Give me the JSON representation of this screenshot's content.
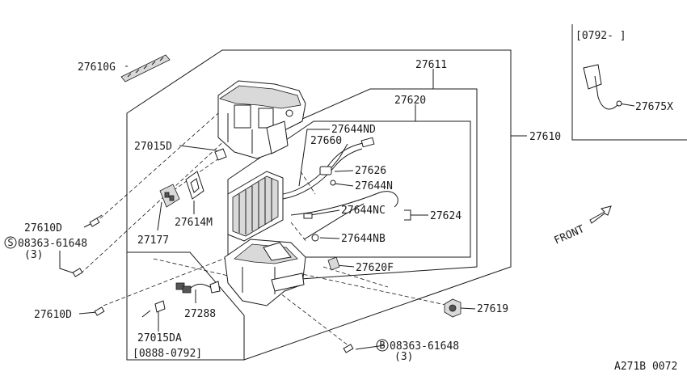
{
  "labels": {
    "p27610G": "27610G",
    "p27611": "27611",
    "p27620": "27620",
    "p27644ND": "27644ND",
    "p27660": "27660",
    "p27626": "27626",
    "p27644N": "27644N",
    "p27644NC": "27644NC",
    "p27624": "27624",
    "p27644NB": "27644NB",
    "p27620F": "27620F",
    "p27610": "27610",
    "p27015D": "27015D",
    "p27614M": "27614M",
    "p27177": "27177",
    "p27610D_top": "27610D",
    "p27610D_bottom": "27610D",
    "p27288": "27288",
    "p27015DA": "27015DA",
    "p27619": "27619",
    "p27675X": "27675X",
    "screw_s_code": "08363-61648",
    "screw_s_qty": "(3)",
    "screw_s_mark": "S",
    "screw_b_code": "08363-61648",
    "screw_b_qty": "(3)",
    "screw_b_mark": "B",
    "inset_range": "[0792-   ]",
    "lower_range": "[0888-0792]",
    "front": "FRONT",
    "figure_code": "A271B 0072"
  }
}
